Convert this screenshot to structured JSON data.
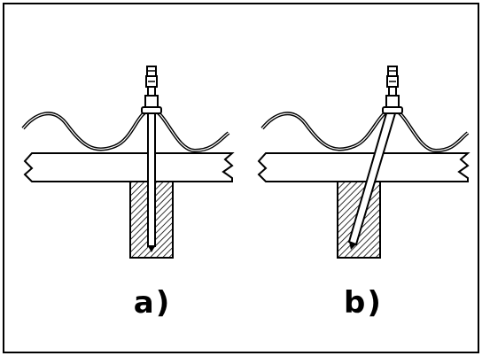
{
  "panels": [
    {
      "id": "a",
      "label": "a)",
      "fastener": "vertical"
    },
    {
      "id": "b",
      "label": "b)",
      "fastener": "inclined"
    }
  ]
}
